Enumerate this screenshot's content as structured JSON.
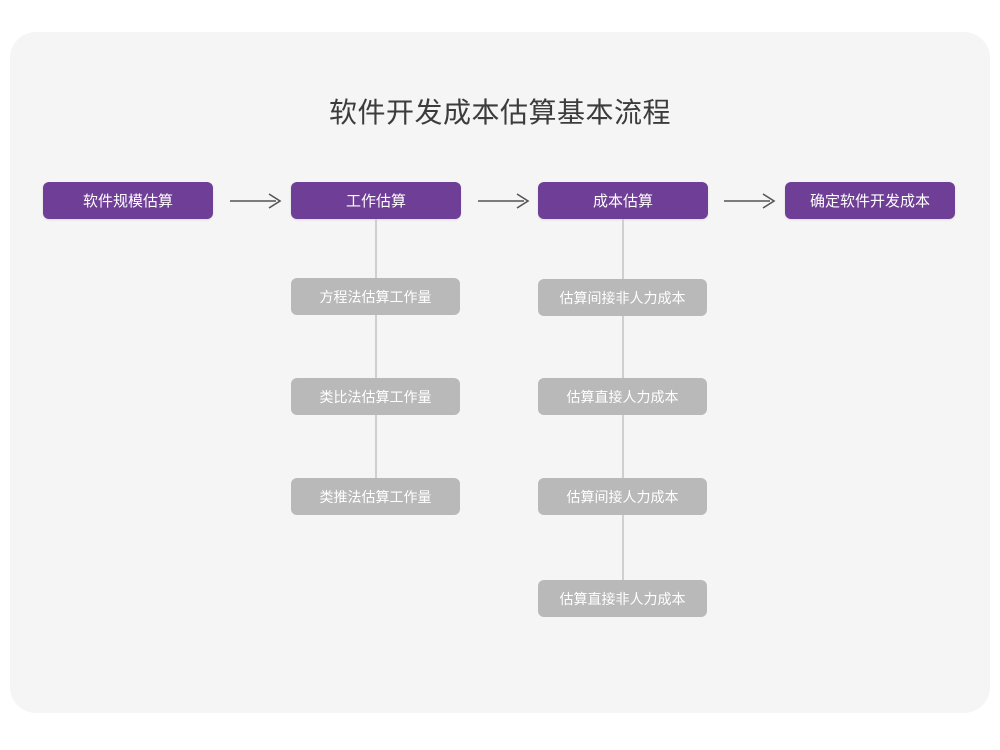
{
  "diagram": {
    "title": "软件开发成本估算基本流程",
    "type": "flowchart",
    "background_color": "#f5f5f5",
    "page_color": "#ffffff",
    "primary_color": "#6f3e96",
    "secondary_color": "#b9b9b9",
    "connector_color": "#cfcfcf",
    "arrow_color": "#555555",
    "title_color": "#3c3c3c",
    "main_flow": [
      {
        "label": "软件规模估算"
      },
      {
        "label": "工作估算"
      },
      {
        "label": "成本估算"
      },
      {
        "label": "确定软件开发成本"
      }
    ],
    "arrows": [
      {
        "name": "arrow-1",
        "glyph": "→"
      },
      {
        "name": "arrow-2",
        "glyph": "→"
      },
      {
        "name": "arrow-3",
        "glyph": "→"
      }
    ],
    "branches": [
      {
        "parent": "工作估算",
        "items": [
          {
            "label": "方程法估算工作量"
          },
          {
            "label": "类比法估算工作量"
          },
          {
            "label": "类推法估算工作量"
          }
        ]
      },
      {
        "parent": "成本估算",
        "items": [
          {
            "label": "估算间接非人力成本"
          },
          {
            "label": "估算直接人力成本"
          },
          {
            "label": "估算间接人力成本"
          },
          {
            "label": "估算直接非人力成本"
          }
        ]
      }
    ]
  }
}
